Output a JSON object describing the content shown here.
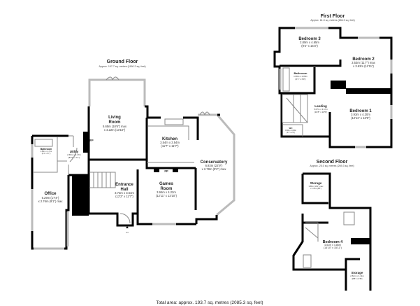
{
  "ground_floor": {
    "title": "Ground Floor",
    "area": "Approx. 107.7 sq. metres (1160.2 sq. feet)",
    "fireplace_label": "FP",
    "entrance_marker": "IN",
    "rooms": [
      {
        "name": "Living Room",
        "line1": "Living",
        "line2": "Room",
        "dim1": "5.65m (18'6\") max",
        "dim2": "x 4.22m (13'10\")"
      },
      {
        "name": "Kitchen",
        "dim1": "3.54m x 3.54m",
        "dim2": "(11'7\" x 11'7\")"
      },
      {
        "name": "Conservatory",
        "dim1": "6.93m (22'9\")",
        "dim2": "x 2.78m (9'2\") max"
      },
      {
        "name": "Games Room",
        "line1": "Games",
        "line2": "Room",
        "dim1": "3.94m x 4.22m",
        "dim2": "(12'11\" x 13'10\")"
      },
      {
        "name": "Entrance Hall",
        "line1": "Entrance",
        "line2": "Hall",
        "dim1": "3.72m x 3.54m",
        "dim2": "(12'2\" x 11'7\")"
      },
      {
        "name": "Office",
        "dim1": "5.29m (17'4\")",
        "dim2": "x 2.76m (9'1\") max"
      },
      {
        "name": "Utility",
        "dim1": "2.69m x 2.17m",
        "dim2": "(8'10\" x 7'1\")"
      },
      {
        "name": "Bathroom",
        "dim1": "1.85m x 1.71m",
        "dim2": "(6'1\" x 5'7\")"
      }
    ]
  },
  "first_floor": {
    "title": "First Floor",
    "area": "Approx. 61.0 sq. metres (656.9 sq. feet)",
    "rooms": [
      {
        "name": "Bedroom 3",
        "dim1": "2.80m x 4.65m",
        "dim2": "(9'2\" x 15'3\")"
      },
      {
        "name": "Bedroom 2",
        "dim1": "3.53m (11'7\") max",
        "dim2": "x 3.63m (11'11\")"
      },
      {
        "name": "Bathroom",
        "dim1": "1.86m x 2.05m",
        "dim2": "(6'1\" x 6'9\")"
      },
      {
        "name": "Landing",
        "dim1": "5.07m x 3.17m",
        "dim2": "(16'8\" x 10'5\")"
      },
      {
        "name": "Bedroom 1",
        "dim1": "3.93m x 4.20m",
        "dim2": "(12'11\" x 13'9\")"
      },
      {
        "name": "WC",
        "dim1": "0.93m x 0.84m",
        "dim2": "(3'1\" x 2'9\")"
      }
    ]
  },
  "second_floor": {
    "title": "Second Floor",
    "area": "Approx. 25.0 sq. metres (269.3 sq. feet)",
    "rooms": [
      {
        "name": "Storage",
        "dim1": "3.58m (11'9\") max",
        "dim2": "x 1.11m (3'8\")"
      },
      {
        "name": "Bedroom 4",
        "dim1": "4.51m x 4.86m",
        "dim2": "(14'10\" x 15'11\")"
      },
      {
        "name": "Storage",
        "dim1": "2.64m x 1.11m",
        "dim2": "(8'8\" x 3'8\")"
      }
    ]
  },
  "total_area": "Total area: approx. 193.7 sq. metres (2085.3 sq. feet)"
}
